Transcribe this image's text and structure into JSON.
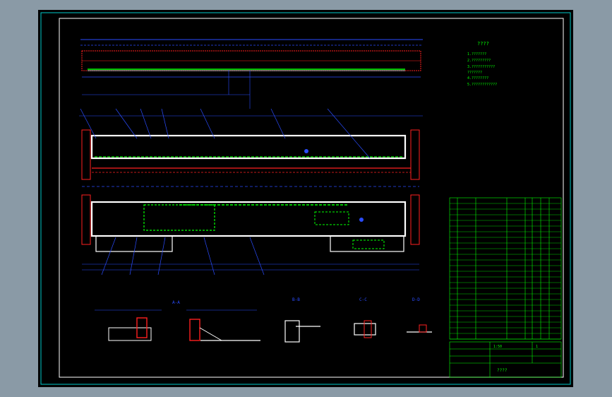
{
  "colors": {
    "background": "#000000",
    "frame": "#00c8c8",
    "dimension": "#2a4cff",
    "part": "#ffffff",
    "weld": "#00ff00",
    "rail": "#ff2020",
    "notes": "#00ff00",
    "table": "#00ff00"
  },
  "notes": {
    "title": "????",
    "lines": [
      "1.???????",
      "2.?????????",
      "3.???????????",
      "  ???????",
      "4.????????",
      "5.????????????"
    ]
  },
  "section_labels": {
    "a_a": "A-A",
    "b_b": "B-B",
    "c_c": "C-C",
    "d_d": "D-D"
  },
  "title_block": {
    "drawing_name": "????",
    "scale": "1:50",
    "sheet": "1"
  }
}
